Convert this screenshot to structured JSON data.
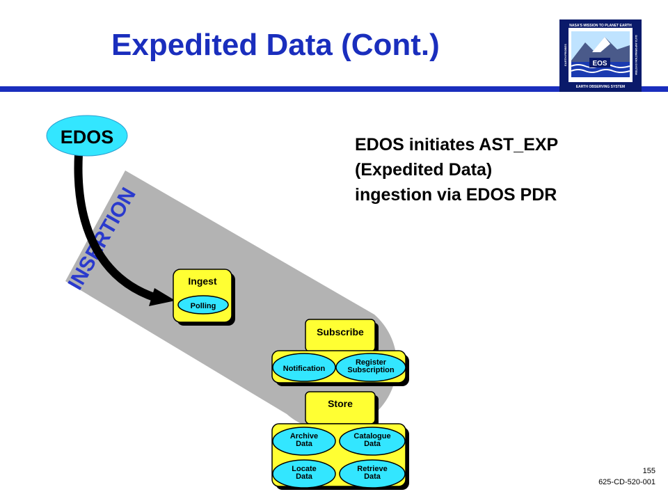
{
  "slide": {
    "title": "Expedited Data (Cont.)",
    "page_number": "155",
    "doc_number": "625-CD-520-001"
  },
  "logo": {
    "top_text": "NASA'S MISSION TO PLANET EARTH",
    "center_text": "EOS",
    "bottom_text": "EARTH OBSERVING SYSTEM",
    "left_text": "EARTH PROBES",
    "right_text": "DATA INFORMATION SYSTEM"
  },
  "description": {
    "lines": [
      "EDOS initiates AST_EXP",
      "(Expedited Data)",
      "ingestion via EDOS PDR"
    ]
  },
  "diagram": {
    "source": "EDOS",
    "band_label": "INSERTION",
    "ingest": {
      "title": "Ingest",
      "items": [
        "Polling"
      ]
    },
    "subscribe": {
      "title": "Subscribe",
      "items": [
        "Notification",
        "Register\nSubscription"
      ]
    },
    "store": {
      "title": "Store",
      "items": [
        "Archive\nData",
        "Catalogue\nData",
        "Locate\nData",
        "Retrieve\nData"
      ]
    }
  },
  "colors": {
    "title_blue": "#1a2ebd",
    "band_gray": "#b3b3b3",
    "box_yellow": "#ffff33",
    "oval_cyan": "#33e6ff",
    "edos_cyan": "#33e6ff"
  }
}
